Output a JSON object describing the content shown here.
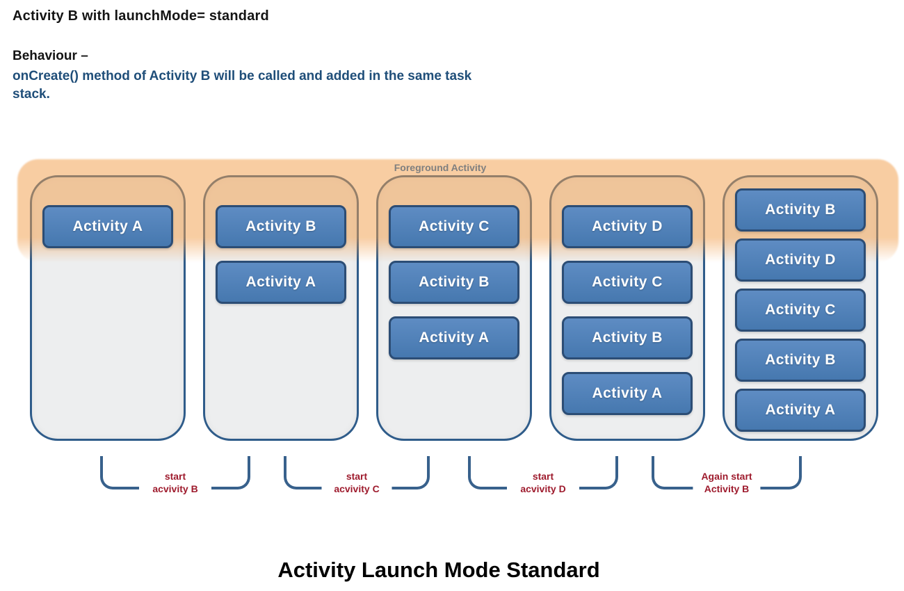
{
  "header": {
    "title": "Activity B with launchMode= standard",
    "behaviour_label": "Behaviour –",
    "behaviour_text": "onCreate() method of Activity B will be called and added in the same task\nstack."
  },
  "diagram": {
    "foreground_label": "Foreground Activity",
    "stacks": [
      {
        "activities": [
          "Activity A"
        ]
      },
      {
        "activities": [
          "Activity B",
          "Activity A"
        ]
      },
      {
        "activities": [
          "Activity C",
          "Activity B",
          "Activity A"
        ]
      },
      {
        "activities": [
          "Activity D",
          "Activity C",
          "Activity B",
          "Activity A"
        ]
      },
      {
        "activities": [
          "Activity B",
          "Activity D",
          "Activity C",
          "Activity B",
          "Activity A"
        ]
      }
    ],
    "connectors": [
      {
        "label": "start acvivity B"
      },
      {
        "label": "start acvivity C"
      },
      {
        "label": "start acvivity D"
      },
      {
        "label": "Again start\nActivity B"
      }
    ]
  },
  "footer": {
    "title": "Activity Launch Mode Standard"
  },
  "colors": {
    "band_orange": "#F29F4D",
    "box_fill": "#4F81BD",
    "box_border": "#2C4D75",
    "stack_border": "#2F5C8A",
    "stack_fill": "#EDEEEF",
    "connector_line": "#38618C",
    "connector_label_red": "#9E1B2D",
    "foreground_label_gray": "#7F7F7F",
    "behaviour_text_blue": "#1F4E79"
  }
}
